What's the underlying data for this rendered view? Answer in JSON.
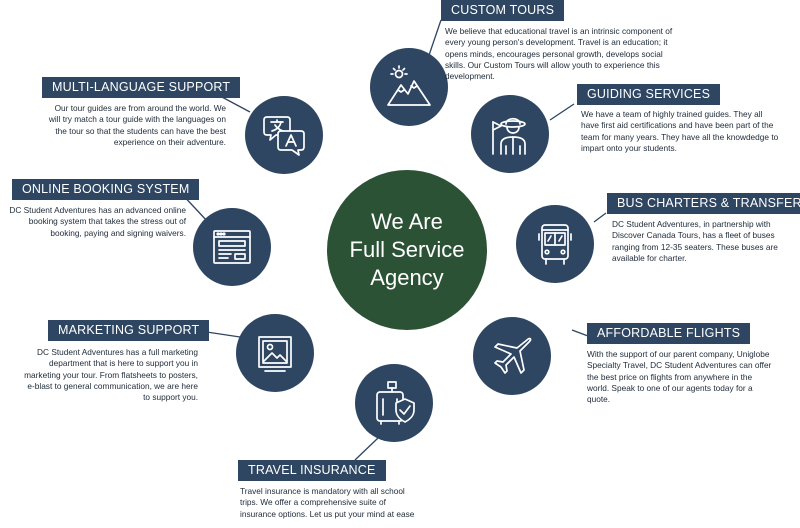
{
  "center": {
    "lines": [
      "We Are",
      "Full Service",
      "Agency"
    ],
    "color": "#2c5235"
  },
  "accent_color": "#2e4661",
  "services": [
    {
      "title": "CUSTOM TOURS",
      "icon": "mountain-icon",
      "description": "We believe that educational travel is an intrinsic component of every young person's development. Travel is an education; it opens minds, encourages personal growth, develops social skills. Our Custom Tours will allow youth to experience this development."
    },
    {
      "title": "GUIDING SERVICES",
      "icon": "tour-guide-icon",
      "description": "We have a team of highly trained guides. They all have first aid certifications and have been part of the team for many years. They have all the knowdedge to impart onto your students."
    },
    {
      "title": "BUS CHARTERS & TRANSFERS",
      "icon": "bus-icon",
      "description": "DC Student Adventures, in partnership with Discover Canada Tours, has a fleet of buses ranging from 12-35 seaters. These buses are available for charter."
    },
    {
      "title": "AFFORDABLE FLIGHTS",
      "icon": "airplane-icon",
      "description": "With the support of our parent company, Uniglobe Specialty Travel, DC Student Adventures can offer the best price on flights from anywhere in the world. Speak to one of our agents today for a quote."
    },
    {
      "title": "TRAVEL INSURANCE",
      "icon": "luggage-shield-icon",
      "description": "Travel insurance is mandatory with all school trips. We offer a comprehensive suite of insurance options. Let us put your mind at ease"
    },
    {
      "title": "MARKETING SUPPORT",
      "icon": "poster-icon",
      "description": "DC Student Adventures has a full marketing department that is here to support you in marketing your tour. From flatsheets to posters, e-blast to general communication, we are here to support you."
    },
    {
      "title": "ONLINE BOOKING SYSTEM",
      "icon": "browser-form-icon",
      "description": "DC Student Adventures has an advanced online booking system that takes the stress out of booking, paying and signing waivers."
    },
    {
      "title": "MULTI-LANGUAGE SUPPORT",
      "icon": "translate-icon",
      "description": "Our tour guides are from around the world. We will try match a tour guide with the languages on the tour so that the students can have the best experience on their adventure."
    }
  ]
}
